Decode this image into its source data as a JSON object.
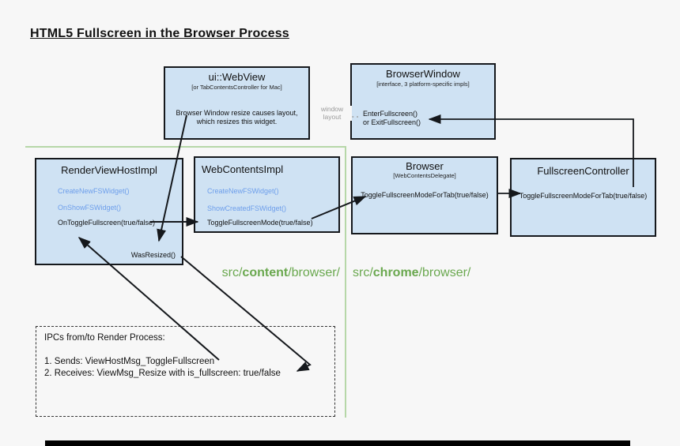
{
  "page": {
    "title": "HTML5 Fullscreen in the Browser Process"
  },
  "colors": {
    "background": "#f7f7f7",
    "box_fill": "#cfe2f3",
    "box_border": "#15181c",
    "blue_method_text": "#6d9eeb",
    "green_text": "#6aa84f",
    "green_line": "#b6d7a8",
    "gray_connector": "#999999"
  },
  "boxes": {
    "webview": {
      "title": "ui::WebView",
      "subtitle": "[or TabContentsController for Mac]",
      "body": "Browser Window resize causes layout, which resizes this widget."
    },
    "browser_window": {
      "title": "BrowserWindow",
      "subtitle": "[interface, 3 platform-specific impls]",
      "body_line1": "EnterFullscreen()",
      "body_line2": "or ExitFullscreen()"
    },
    "render_view_host": {
      "title": "RenderViewHostImpl",
      "methods_blue": [
        "CreateNewFSWidget()",
        "OnShowFSWidget()"
      ],
      "method_black": "OnToggleFullscreen(true/false)",
      "method_corner": "WasResized()"
    },
    "web_contents": {
      "title": "WebContentsImpl",
      "methods_blue": [
        "CreateNewFSWidget()",
        "ShowCreatedFSWidget()"
      ],
      "method_black": "ToggleFullscreenMode(true/false)"
    },
    "browser": {
      "title": "Browser",
      "subtitle": "[WebContentsDelegate]",
      "method": "ToggleFullscreenModeForTab(true/false)"
    },
    "fullscreen_controller": {
      "title": "FullscreenController",
      "method": "ToggleFullscreenModeForTab(true/false)"
    }
  },
  "labels": {
    "window_layout_line1": "window",
    "window_layout_line2": "layout",
    "src_content": {
      "prefix": "src/",
      "bold": "content",
      "suffix": "/browser/"
    },
    "src_chrome": {
      "prefix": "src/",
      "bold": "chrome",
      "suffix": "/browser/"
    }
  },
  "ipc_note": {
    "heading": "IPCs from/to Render Process:",
    "items": [
      "1. Sends: ViewHostMsg_ToggleFullscreen",
      "2. Receives: ViewMsg_Resize with is_fullscreen: true/false"
    ]
  }
}
